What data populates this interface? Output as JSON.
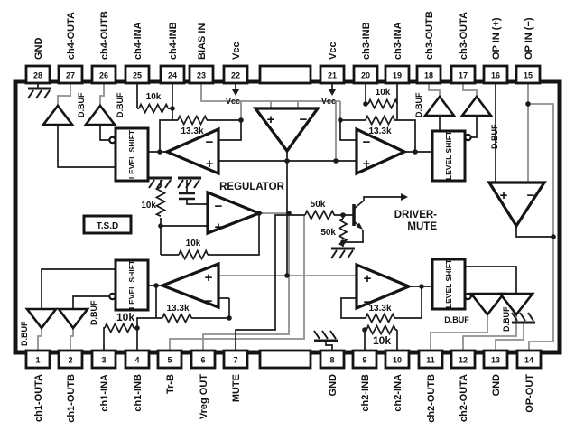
{
  "diagram": {
    "top_pins": [
      {
        "num": "28",
        "label": "GND"
      },
      {
        "num": "27",
        "label": "ch4-OUTA"
      },
      {
        "num": "26",
        "label": "ch4-OUTB"
      },
      {
        "num": "25",
        "label": "ch4-INA"
      },
      {
        "num": "24",
        "label": "ch4-INB"
      },
      {
        "num": "23",
        "label": "BIAS IN"
      },
      {
        "num": "22",
        "label": "Vcc"
      },
      {
        "num": "21",
        "label": "Vcc"
      },
      {
        "num": "20",
        "label": "ch3-INB"
      },
      {
        "num": "19",
        "label": "ch3-INA"
      },
      {
        "num": "18",
        "label": "ch3-OUTB"
      },
      {
        "num": "17",
        "label": "ch3-OUTA"
      },
      {
        "num": "16",
        "label": "OP IN (+)"
      },
      {
        "num": "15",
        "label": "OP IN (−)"
      }
    ],
    "bottom_pins": [
      {
        "num": "1",
        "label": "ch1-OUTA"
      },
      {
        "num": "2",
        "label": "ch1-OUTB"
      },
      {
        "num": "3",
        "label": "ch1-INA"
      },
      {
        "num": "4",
        "label": "ch1-INB"
      },
      {
        "num": "5",
        "label": "Tr-B"
      },
      {
        "num": "6",
        "label": "Vreg OUT"
      },
      {
        "num": "7",
        "label": "MUTE"
      },
      {
        "num": "8",
        "label": "GND"
      },
      {
        "num": "9",
        "label": "ch2-INB"
      },
      {
        "num": "10",
        "label": "ch2-INA"
      },
      {
        "num": "11",
        "label": "ch2-OUTB"
      },
      {
        "num": "12",
        "label": "ch2-OUTA"
      },
      {
        "num": "13",
        "label": "GND"
      },
      {
        "num": "14",
        "label": "OP-OUT"
      }
    ],
    "labels": {
      "level_shift": "LEVEL SHIFT",
      "dbuf": "D.BUF",
      "regulator": "REGULATOR",
      "tsd": "T.S.D",
      "driver_mute_1": "DRIVER-",
      "driver_mute_2": "MUTE",
      "vcc": "Vcc",
      "r10k": "10k",
      "r13k": "13.3k",
      "r50k": "50k"
    },
    "sym": {
      "plus": "+",
      "minus": "−"
    },
    "colors": {
      "wire": "#1a1a1a",
      "gray_wire": "#8f8f8f",
      "background": "#ffffff"
    }
  }
}
